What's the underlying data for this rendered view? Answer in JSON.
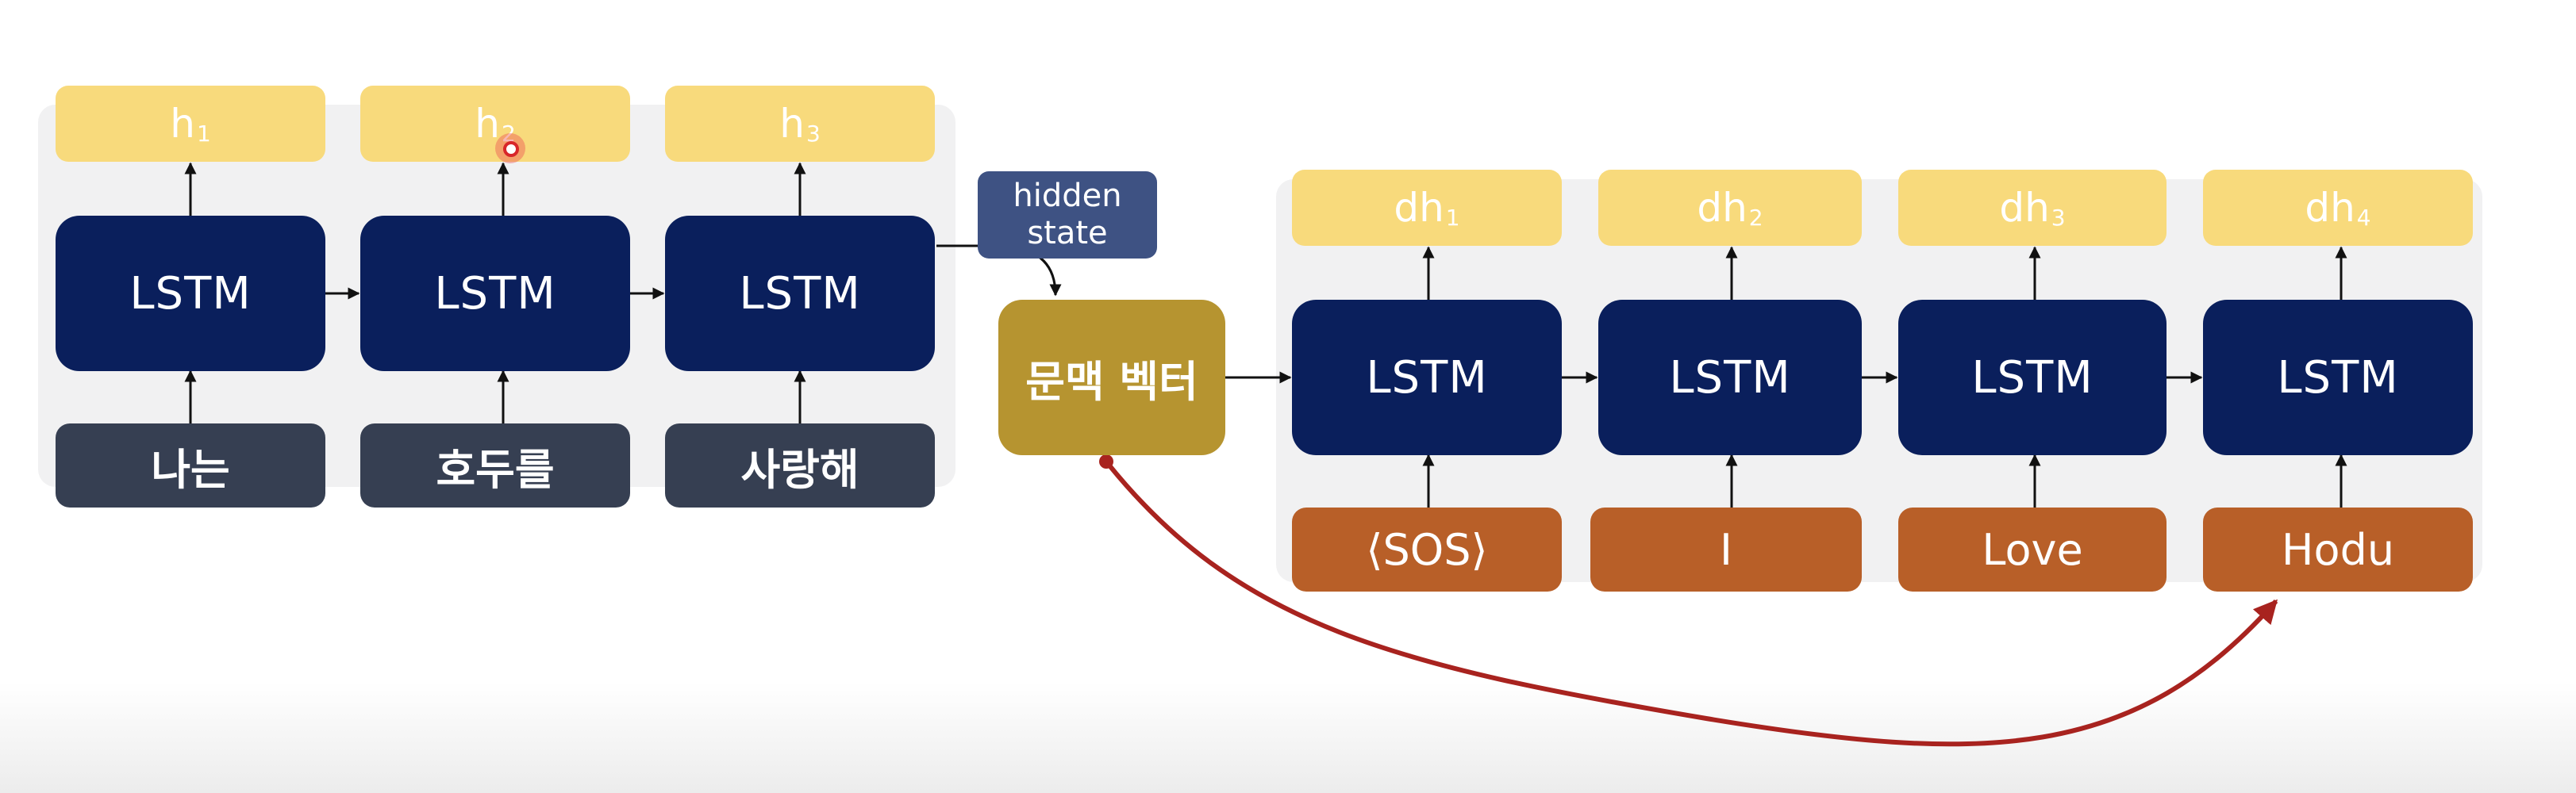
{
  "encoder": {
    "hidden_states": [
      {
        "base": "h",
        "sub": "1"
      },
      {
        "base": "h",
        "sub": "2"
      },
      {
        "base": "h",
        "sub": "3"
      }
    ],
    "cells": [
      "LSTM",
      "LSTM",
      "LSTM"
    ],
    "inputs": [
      "나는",
      "호두를",
      "사랑해"
    ]
  },
  "hidden_state_label": {
    "line1": "hidden",
    "line2": "state"
  },
  "context_vector": "문맥 벡터",
  "decoder": {
    "hidden_states": [
      {
        "base": "dh",
        "sub": "1"
      },
      {
        "base": "dh",
        "sub": "2"
      },
      {
        "base": "dh",
        "sub": "3"
      },
      {
        "base": "dh",
        "sub": "4"
      }
    ],
    "cells": [
      "LSTM",
      "LSTM",
      "LSTM",
      "LSTM"
    ],
    "inputs": [
      "⟨SOS⟩",
      "I",
      "Love",
      "Hodu"
    ]
  },
  "colors": {
    "hidden_box": "#f8da7c",
    "lstm_cell": "#0a1f5c",
    "korean_input": "#363f52",
    "english_input": "#b85f28",
    "context_vector": "#b69430",
    "hidden_state_label": "#3e5283",
    "curve_arrow": "#a8231f"
  }
}
